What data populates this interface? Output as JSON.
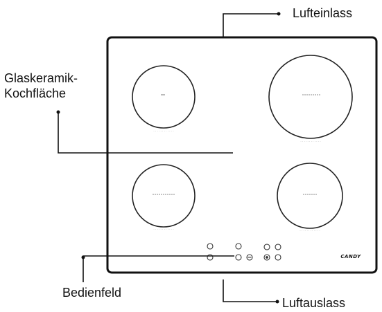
{
  "labels": {
    "air_inlet": "Lufteinlass",
    "glass_ceramic_line1": "Glaskeramik-",
    "glass_ceramic_line2": "Kochfläche",
    "control_panel": "Bedienfeld",
    "air_outlet": "Luftauslass"
  },
  "brand": "CANDY",
  "icons": {
    "burners": [
      "burner-top-left",
      "burner-top-right",
      "burner-bottom-left",
      "burner-bottom-right"
    ],
    "controls": [
      "power-icon",
      "timer-icon",
      "minus-icon",
      "plus-icon",
      "lock-icon",
      "boost-icon"
    ]
  }
}
